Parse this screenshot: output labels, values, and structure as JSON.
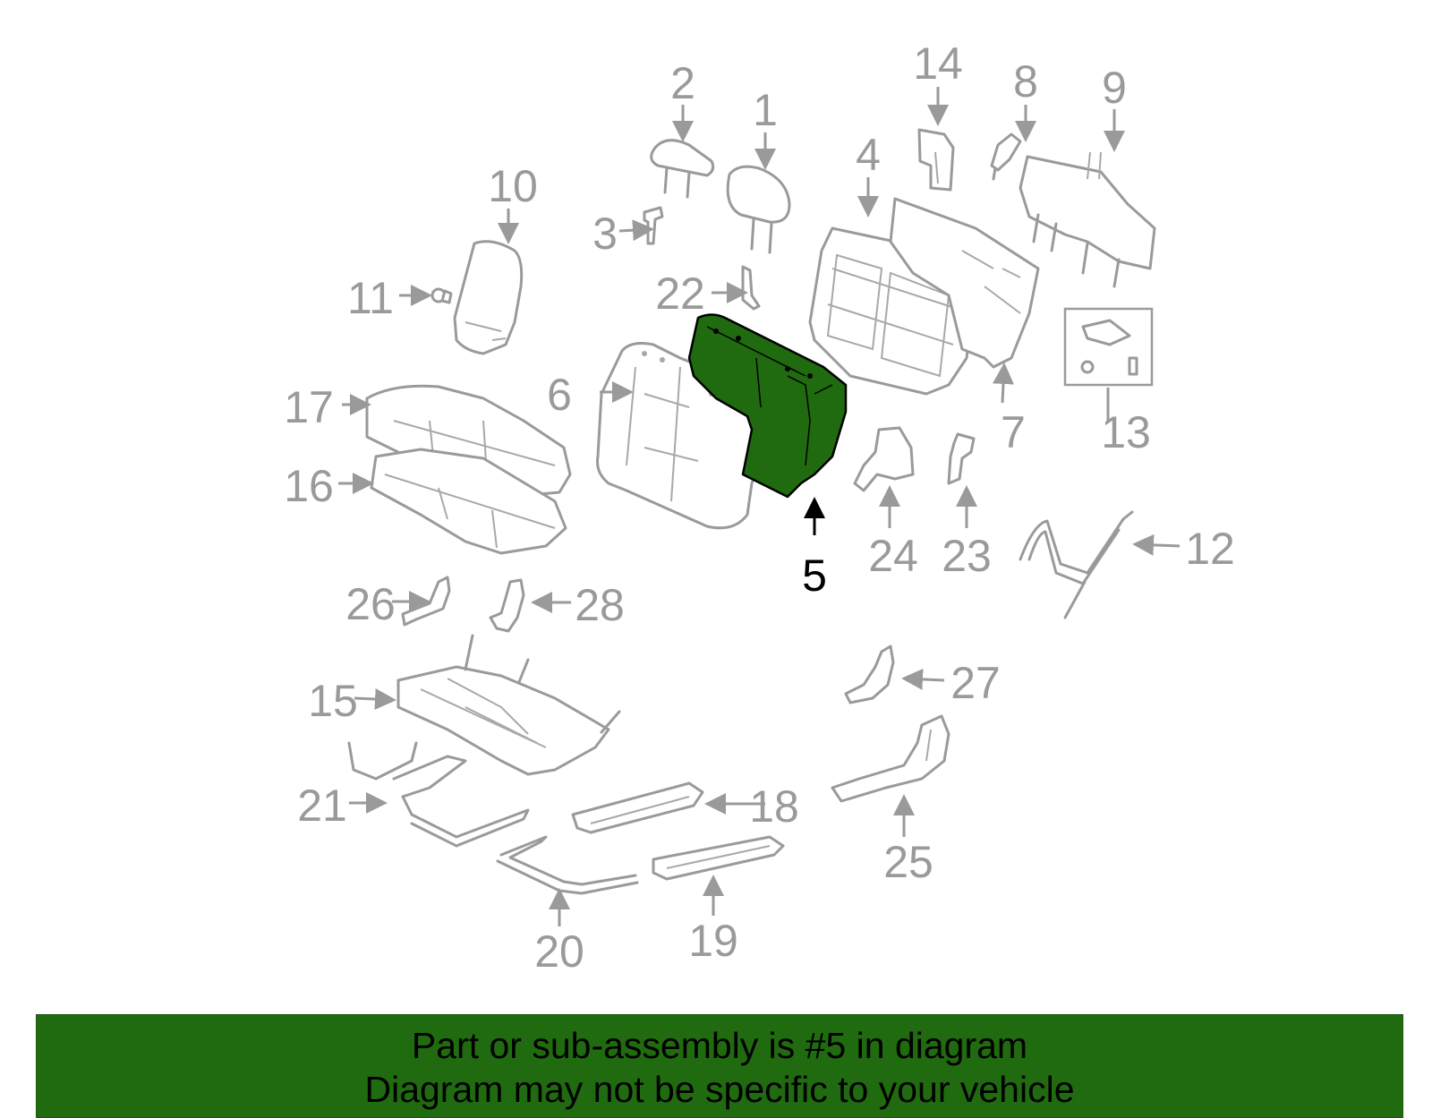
{
  "callouts": {
    "n1": "1",
    "n2": "2",
    "n3": "3",
    "n4": "4",
    "n5": "5",
    "n6": "6",
    "n7": "7",
    "n8": "8",
    "n9": "9",
    "n10": "10",
    "n11": "11",
    "n12": "12",
    "n13": "13",
    "n14": "14",
    "n15": "15",
    "n16": "16",
    "n17": "17",
    "n18": "18",
    "n19": "19",
    "n20": "20",
    "n21": "21",
    "n22": "22",
    "n23": "23",
    "n24": "24",
    "n25": "25",
    "n26": "26",
    "n27": "27",
    "n28": "28"
  },
  "highlight": {
    "part": "5",
    "color": "#206b0f"
  },
  "footer": {
    "line1": "Part or sub-assembly is #5 in diagram",
    "line2": "Diagram may not be specific to your vehicle",
    "background": "#206b0f"
  }
}
